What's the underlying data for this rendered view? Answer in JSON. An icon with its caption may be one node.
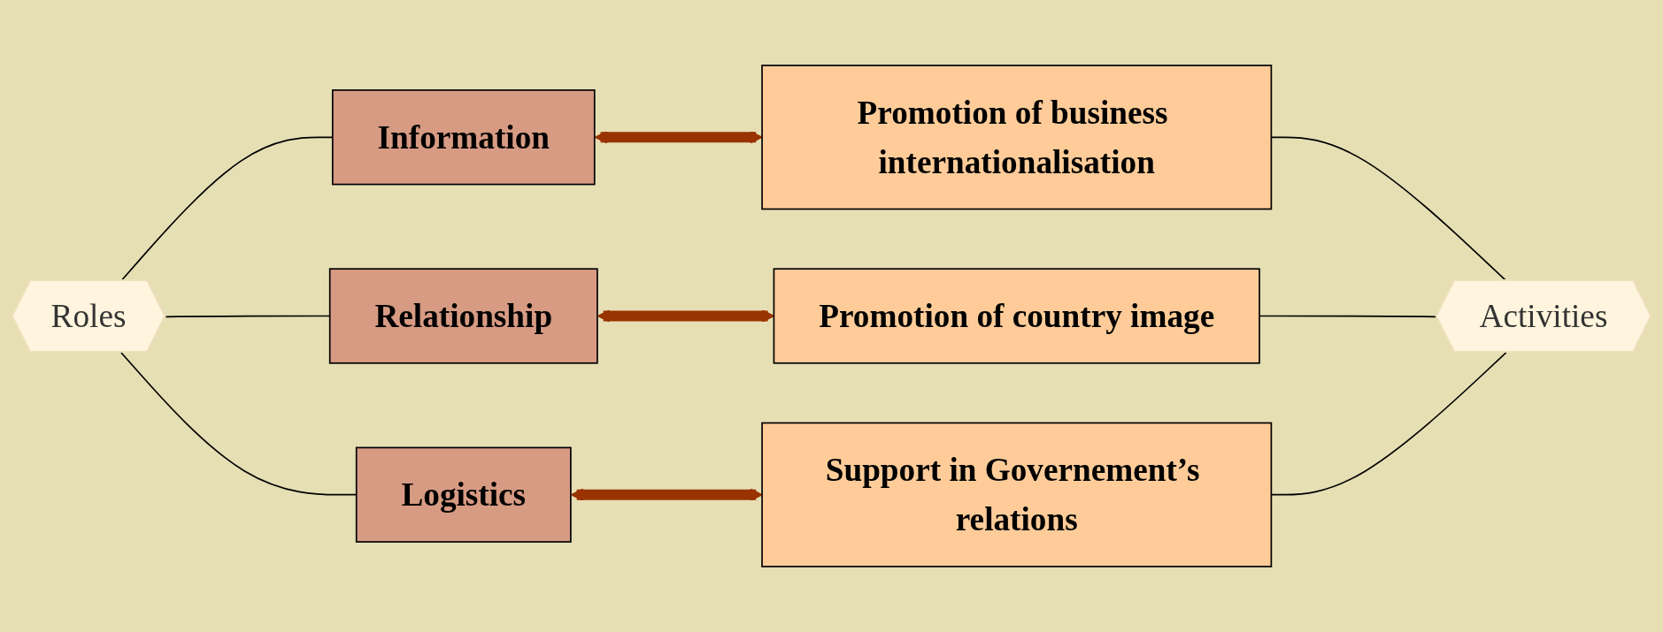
{
  "diagram": {
    "nodes": [
      {
        "text": [
          "Roles"
        ]
      },
      {
        "text": [
          "Information"
        ]
      },
      {
        "text": [
          "Relationship"
        ]
      },
      {
        "text": [
          "Logistics"
        ]
      },
      {
        "text": [
          "Promotion of business internationalisation"
        ]
      },
      {
        "text": [
          "Promotion of country image"
        ]
      },
      {
        "text": [
          "Support in Governement’s relations"
        ]
      },
      {
        "text": [
          "Activities"
        ]
      }
    ],
    "edges": [
      {
        "from": 0,
        "to": 1,
        "arrow": "none"
      },
      {
        "from": 0,
        "to": 2,
        "arrow": "none"
      },
      {
        "from": 0,
        "to": 3,
        "arrow": "none"
      },
      {
        "from": 1,
        "to": 4,
        "arrow": "both",
        "style": "thick",
        "color": "#993300"
      },
      {
        "from": 2,
        "to": 5,
        "arrow": "both",
        "style": "thick",
        "color": "#993300"
      },
      {
        "from": 3,
        "to": 6,
        "arrow": "both",
        "style": "thick",
        "color": "#993300"
      },
      {
        "from": 4,
        "to": 7,
        "arrow": "none"
      },
      {
        "from": 5,
        "to": 7,
        "arrow": "none"
      },
      {
        "from": 6,
        "to": 7,
        "arrow": "none"
      }
    ]
  }
}
